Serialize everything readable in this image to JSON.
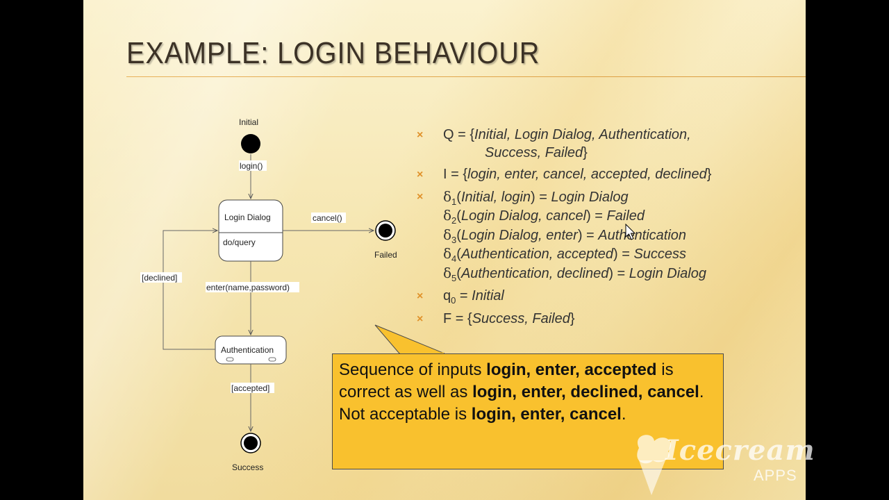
{
  "slide": {
    "title": "EXAMPLE: LOGIN BEHAVIOUR"
  },
  "diagram": {
    "states": {
      "initial": "Initial",
      "login_dialog": "Login Dialog",
      "login_dialog_activity": "do/query",
      "authentication": "Authentication",
      "success": "Success",
      "failed": "Failed"
    },
    "transitions": {
      "login": "login()",
      "cancel": "cancel()",
      "enter": "enter(name,password)",
      "declined": "[declined]",
      "accepted": "[accepted]"
    }
  },
  "bullets": {
    "q_line1_prefix": "Q = {",
    "q_line1_items": "Initial, Login Dialog, Authentication,",
    "q_line2_items": "Success, Failed",
    "q_close": "}",
    "i_prefix": "I = {",
    "i_items": "login, enter, cancel, accepted, declined",
    "i_close": "}",
    "delta_symbol": "δ",
    "deltas": [
      {
        "sub": "1",
        "args": "Initial, login",
        "result": "Login Dialog"
      },
      {
        "sub": "2",
        "args": "Login Dialog, cancel",
        "result": "Failed"
      },
      {
        "sub": "3",
        "args": "Login Dialog, enter",
        "result": "Authentication"
      },
      {
        "sub": "4",
        "args": "Authentication, accepted",
        "result": "Success"
      },
      {
        "sub": "5",
        "args": "Authentication, declined",
        "result": "Login Dialog"
      }
    ],
    "q0_symbol": "q",
    "q0_sub": "0",
    "q0_eq": " = ",
    "q0_value": "Initial",
    "f_prefix": "F = {",
    "f_items": "Success, Failed",
    "f_close": "}",
    "marker": "×"
  },
  "callout": {
    "p1": "Sequence of inputs ",
    "b1": "login, enter, accepted",
    "p2": " is correct as well as ",
    "b2": "login, enter, declined, cancel",
    "p3": ".  Not acceptable is ",
    "b3": "login, enter, cancel",
    "p4": "."
  },
  "watermark": {
    "brand": "Icecream",
    "sub": "APPS"
  },
  "colors": {
    "accent": "#e0922b",
    "callout_bg": "#f9c12e",
    "title": "#3c3226"
  }
}
